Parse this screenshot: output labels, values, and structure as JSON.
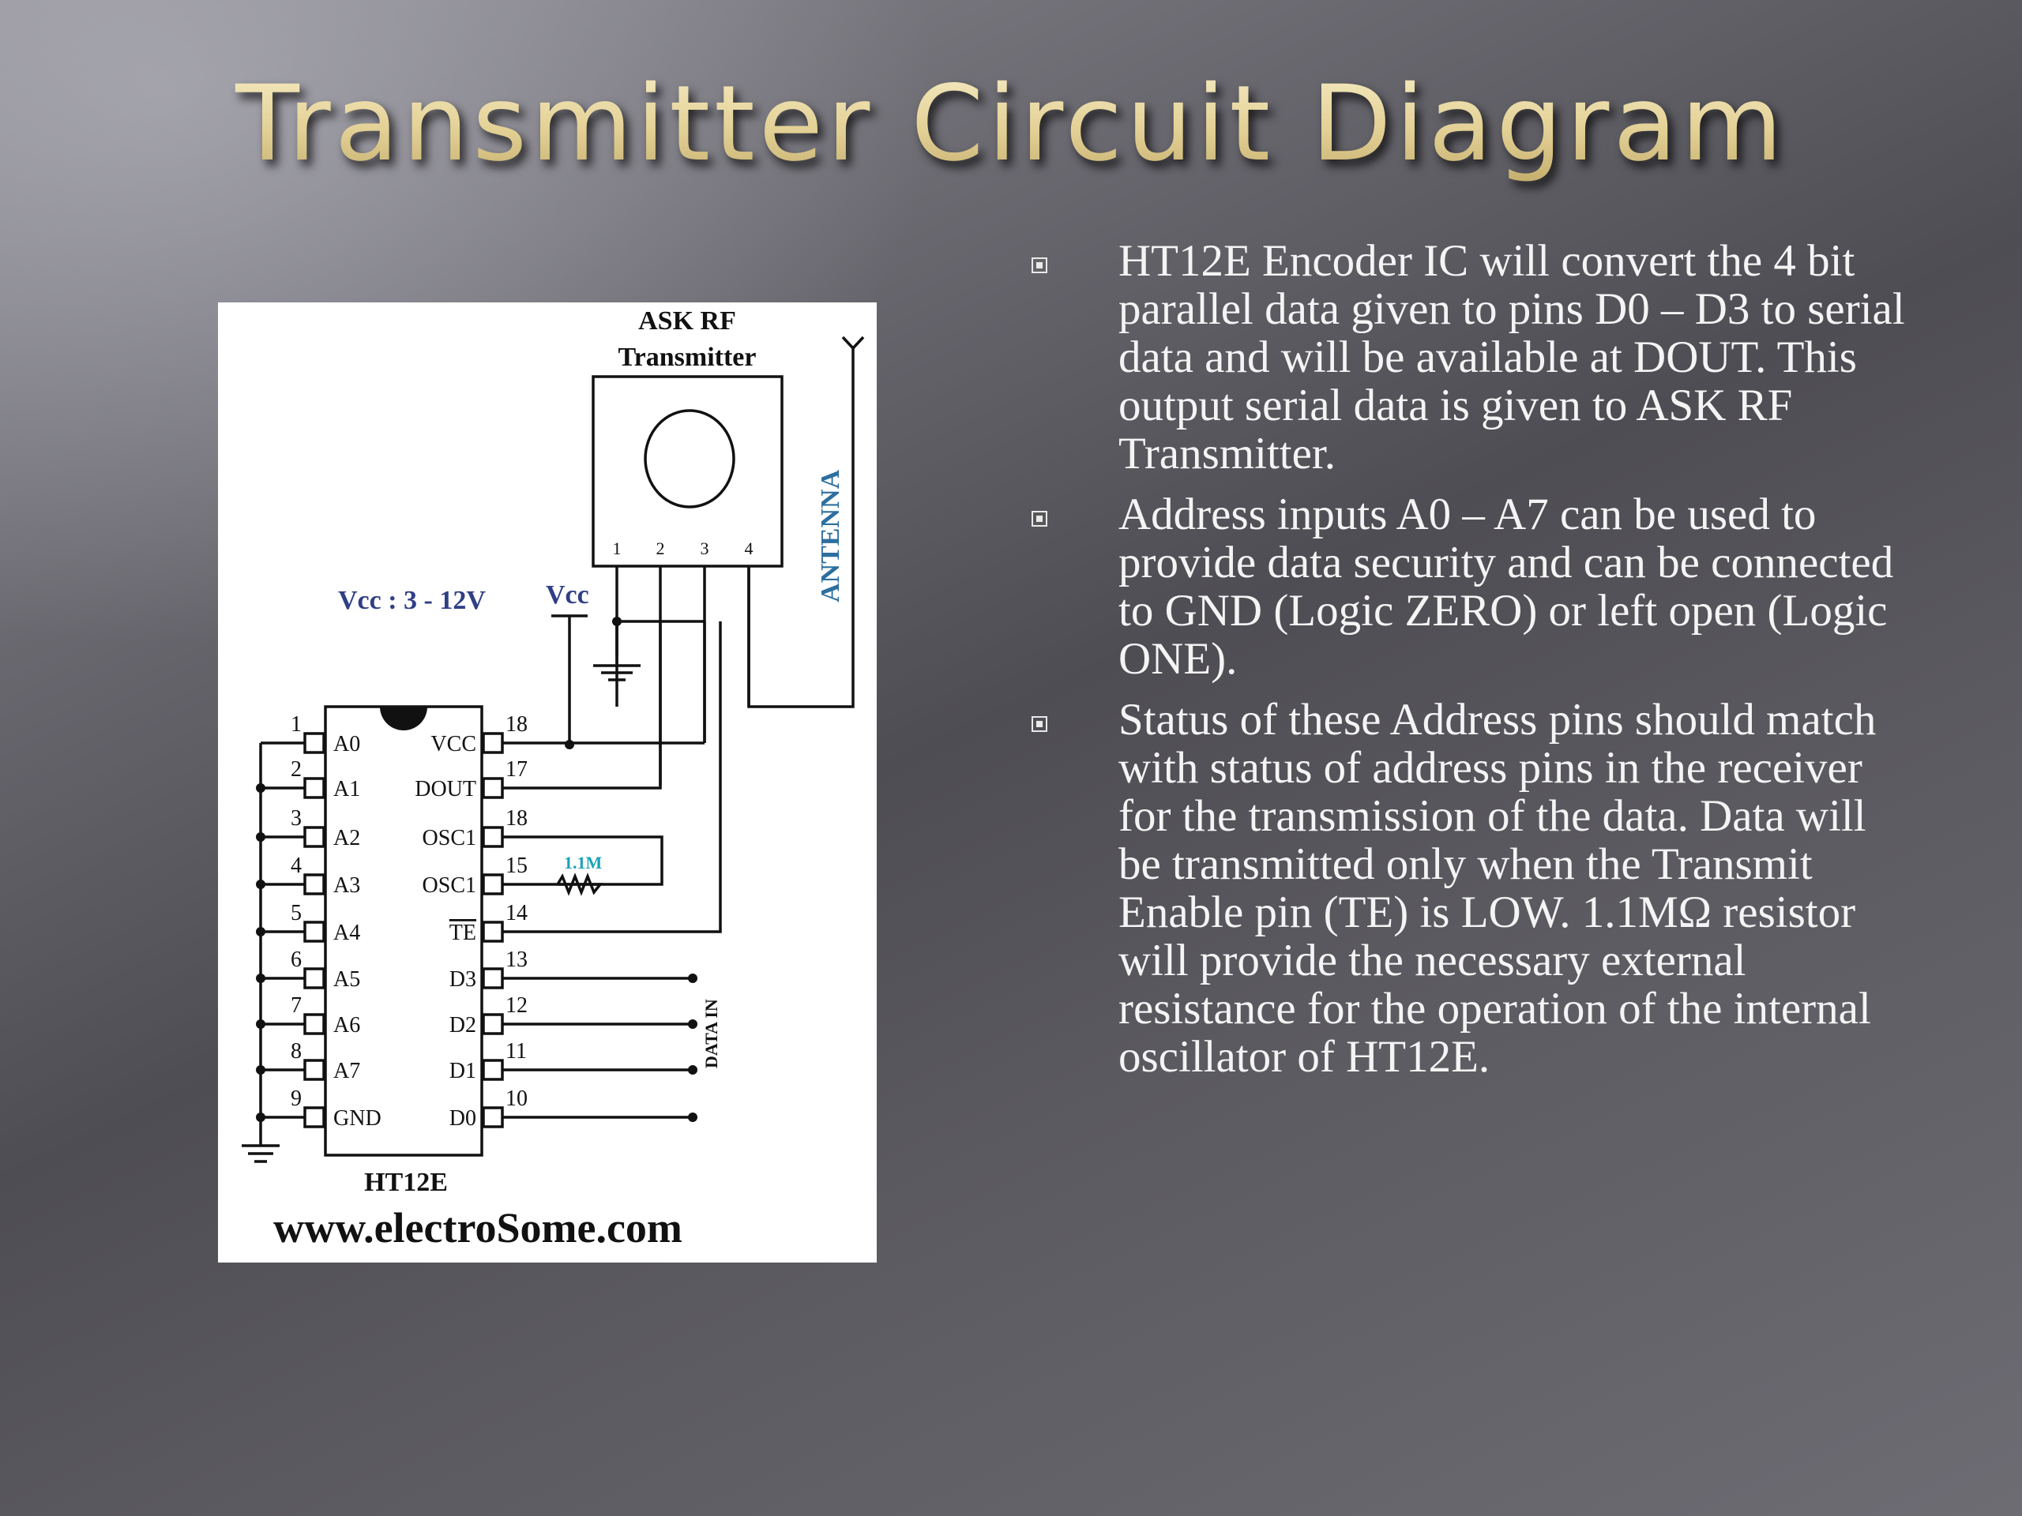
{
  "slide": {
    "title": "Transmitter Circuit Diagram"
  },
  "diagram": {
    "transmitter_label_line1": "ASK RF",
    "transmitter_label_line2": "Transmitter",
    "antenna_label": "ANTENNA",
    "vcc_range_label": "Vcc : 3 - 12V",
    "vcc_label": "Vcc",
    "resistor_label": "1.1M",
    "ic_name": "HT12E",
    "website": "www.electroSome.com",
    "data_in_label": "DATA IN",
    "transmitter_pins": [
      "1",
      "2",
      "3",
      "4"
    ],
    "left_pins": [
      {
        "number": "1",
        "name": "A0"
      },
      {
        "number": "2",
        "name": "A1"
      },
      {
        "number": "3",
        "name": "A2"
      },
      {
        "number": "4",
        "name": "A3"
      },
      {
        "number": "5",
        "name": "A4"
      },
      {
        "number": "6",
        "name": "A5"
      },
      {
        "number": "7",
        "name": "A6"
      },
      {
        "number": "8",
        "name": "A7"
      },
      {
        "number": "9",
        "name": "GND"
      }
    ],
    "right_pins": [
      {
        "number": "18",
        "name": "VCC"
      },
      {
        "number": "17",
        "name": "DOUT"
      },
      {
        "number": "18",
        "name": "OSC1"
      },
      {
        "number": "15",
        "name": "OSC1"
      },
      {
        "number": "14",
        "name": "TE"
      },
      {
        "number": "13",
        "name": "D3"
      },
      {
        "number": "12",
        "name": "D2"
      },
      {
        "number": "11",
        "name": "D1"
      },
      {
        "number": "10",
        "name": "D0"
      }
    ]
  },
  "bullets": [
    {
      "text": "HT12E Encoder IC will convert the 4 bit parallel data given to pins D0 – D3 to serial data and will be available at DOUT. This output serial data is given to ASK RF Transmitter."
    },
    {
      "text": "Address inputs A0 – A7 can be used to provide data security and can be connected to GND (Logic ZERO) or left open (Logic ONE)."
    },
    {
      "text": "Status of these Address pins should match with status of address pins in the receiver for the transmission of the data. Data will be transmitted only when the Transmit Enable pin (TE) is LOW. 1.1MΩ resistor will provide the necessary external resistance for the operation of the internal oscillator of HT12E."
    }
  ]
}
